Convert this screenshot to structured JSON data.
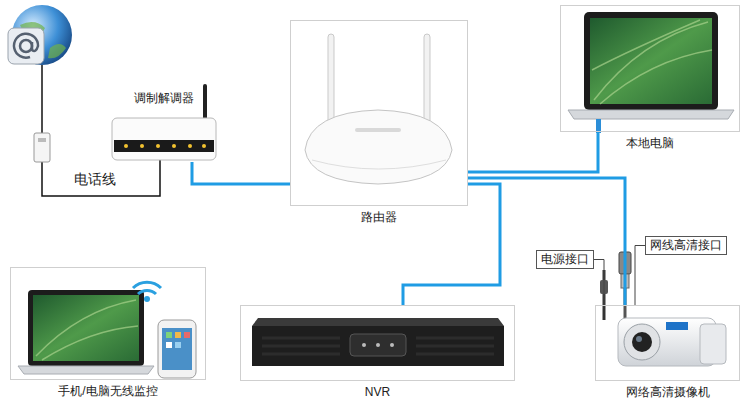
{
  "diagram": {
    "nodes": [
      {
        "text": [
          "调制解调器"
        ]
      },
      {
        "text": [
          "路由器"
        ]
      },
      {
        "text": [
          "本地电脑"
        ]
      },
      {
        "text": [
          "电源接口"
        ]
      },
      {
        "text": [
          "网线高清接口"
        ]
      },
      {
        "text": [
          "手机/电脑无线监控"
        ]
      },
      {
        "text": [
          "NVR"
        ]
      },
      {
        "text": [
          "网络高清摄像机"
        ]
      }
    ],
    "edges": [
      {
        "from": 0,
        "to": 1,
        "arrow": "none"
      },
      {
        "from": 1,
        "to": 2,
        "arrow": "none"
      },
      {
        "from": 1,
        "to": 6,
        "arrow": "none"
      },
      {
        "from": 1,
        "to": 7,
        "arrow": "none"
      },
      {
        "from": 3,
        "to": 7,
        "arrow": "none"
      },
      {
        "from": 4,
        "to": 7,
        "arrow": "none"
      }
    ],
    "labels": [
      "电话线"
    ]
  }
}
